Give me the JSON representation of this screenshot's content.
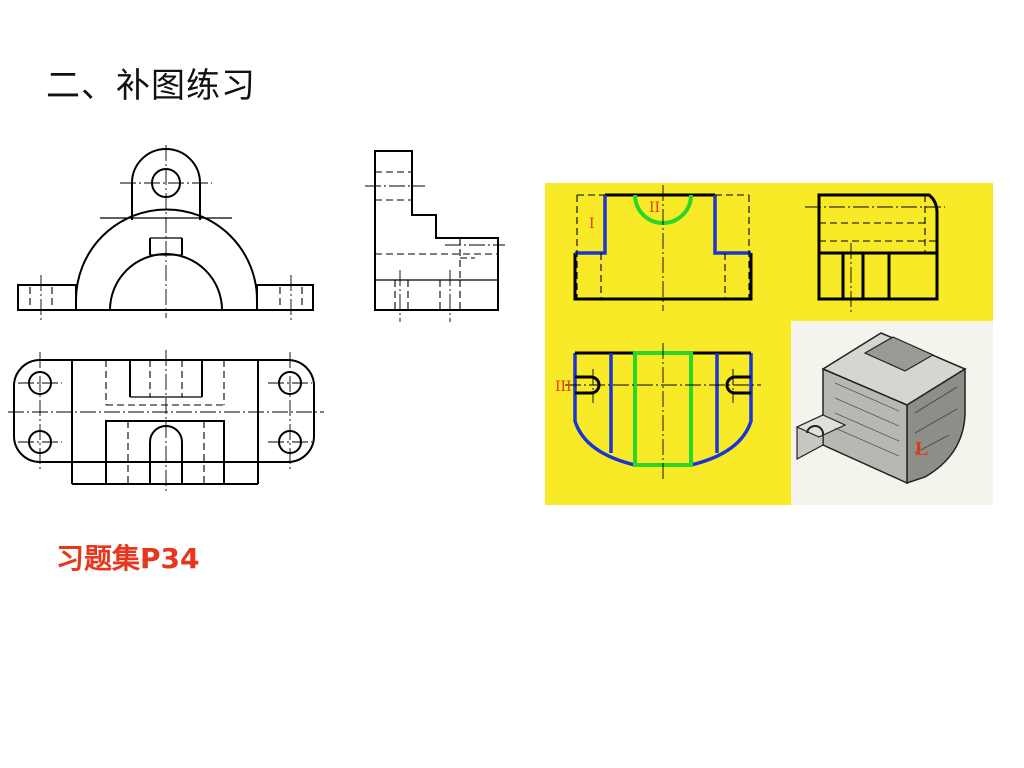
{
  "slide": {
    "title": "二、补图练习",
    "exercise_ref": "习题集P34"
  },
  "figure": {
    "background_color": "#f8ea26",
    "accent_blue": "#1a35d6",
    "accent_green": "#2bd62b",
    "label_color": "#e8361c",
    "labels": {
      "part_one": "I",
      "part_two": "II",
      "part_three": "III",
      "model_letter": "L"
    }
  }
}
